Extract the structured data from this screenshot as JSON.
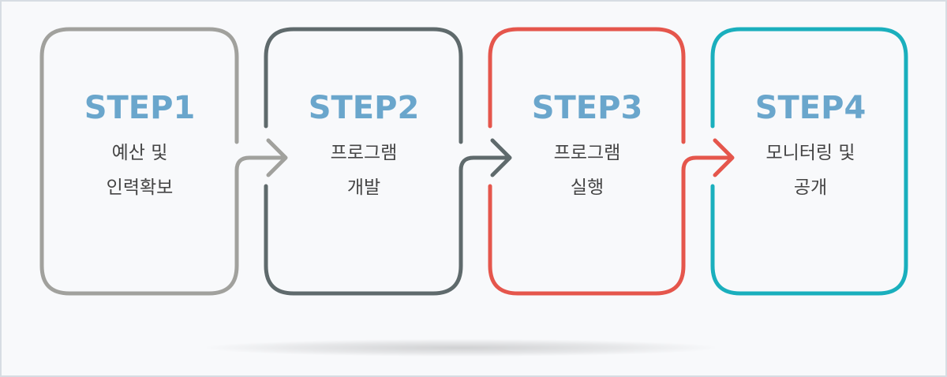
{
  "steps": [
    {
      "title": "STEP1",
      "line1": "예산 및",
      "line2": "인력확보",
      "color": "#a1a19d"
    },
    {
      "title": "STEP2",
      "line1": "프로그램",
      "line2": "개발",
      "color": "#5f6a6c"
    },
    {
      "title": "STEP3",
      "line1": "프로그램",
      "line2": "실행",
      "color": "#e5564c"
    },
    {
      "title": "STEP4",
      "line1": "모니터링 및",
      "line2": "공개",
      "color": "#1aafbd"
    }
  ],
  "colors": {
    "title": "#6aa6cc",
    "text": "#444444",
    "background": "#f8f9fb"
  }
}
